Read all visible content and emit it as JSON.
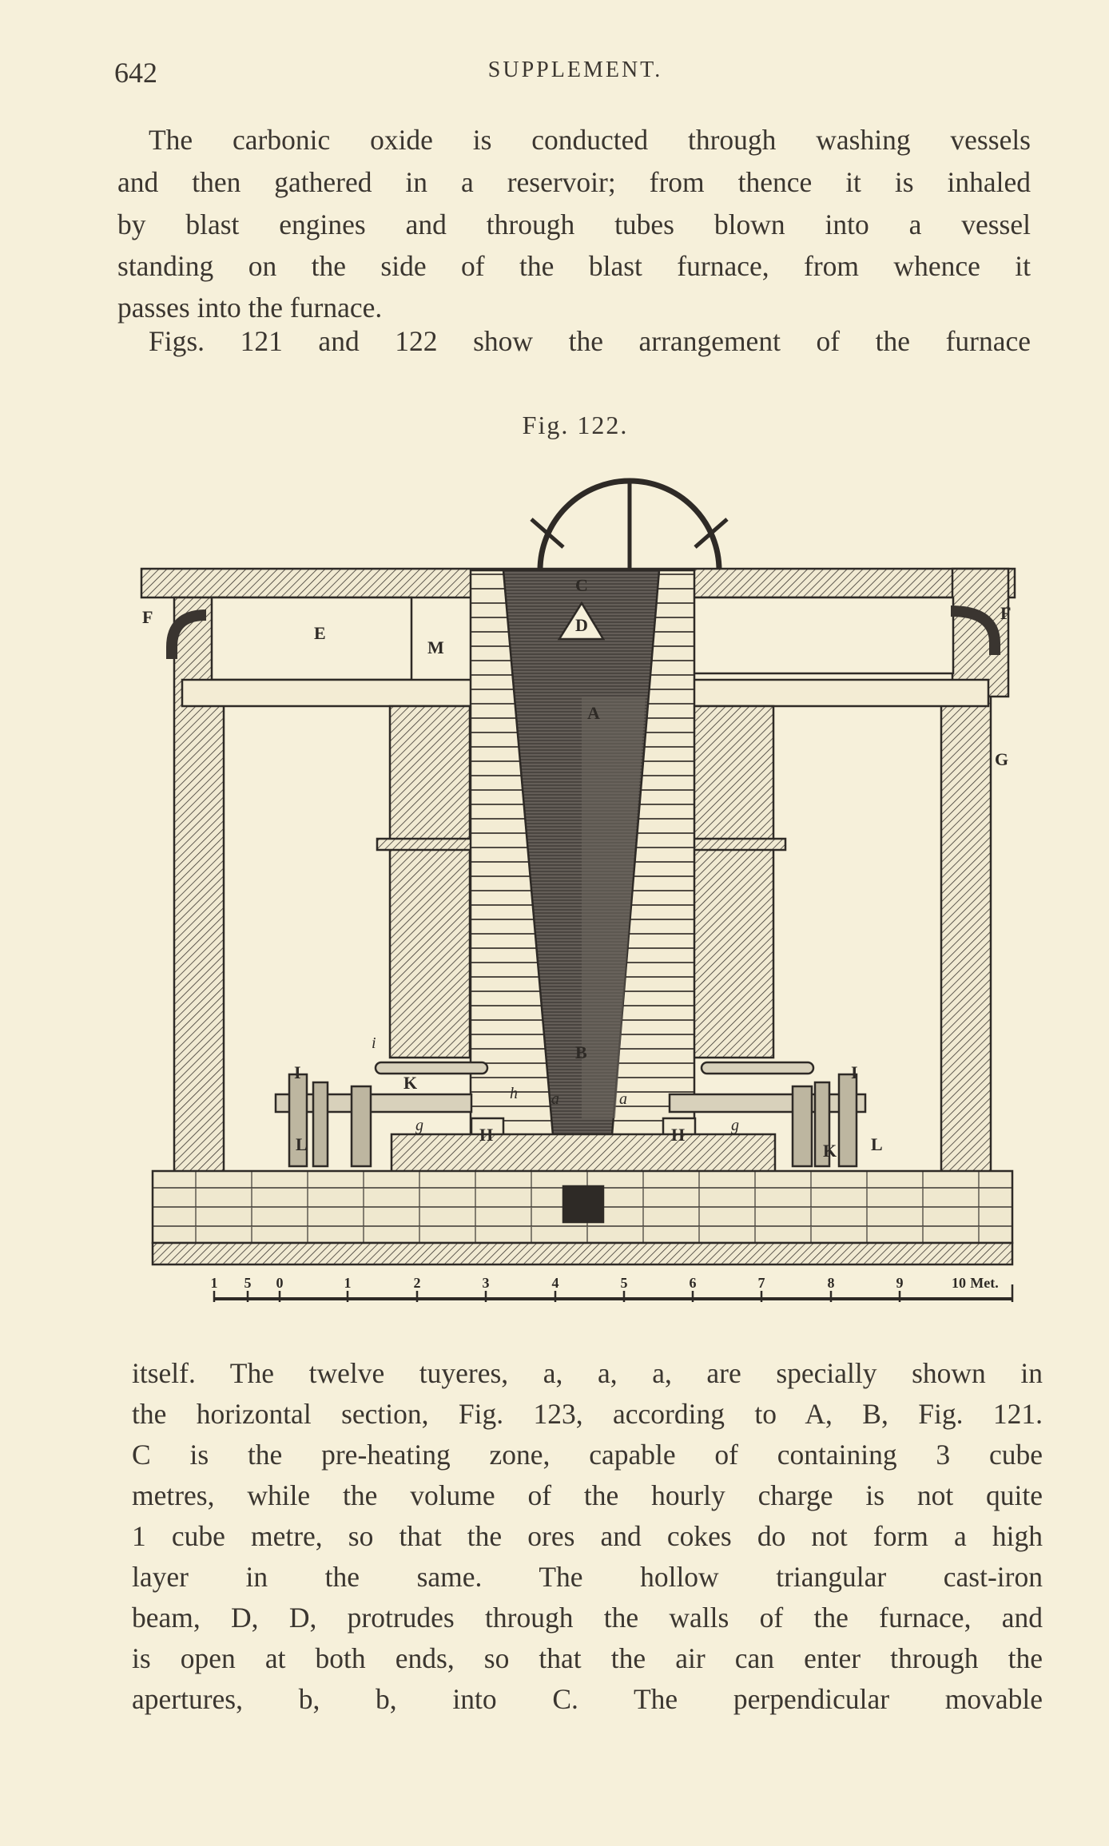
{
  "header": {
    "page_number": "642",
    "running_head": "SUPPLEMENT."
  },
  "paragraph_top": [
    "The carbonic oxide is conducted through washing vessels",
    "and then gathered in a reservoir; from thence it is inhaled",
    "by blast engines and through tubes blown into a vessel",
    "standing on the side of the blast furnace, from whence it",
    "passes into the furnace.",
    "Figs. 121 and 122 show the arrangement of the furnace"
  ],
  "figure": {
    "caption": "Fig. 122.",
    "labels": {
      "E_left": "E",
      "F_left": "F",
      "F_right": "F",
      "G": "G",
      "M": "M",
      "C": "C",
      "D": "D",
      "A": "A",
      "B": "B",
      "K_left": "K",
      "K_right": "K",
      "H_left": "H",
      "H_right": "H",
      "L_left": "L",
      "L_right": "L",
      "I_left": "I",
      "I_right": "I",
      "a_left": "a",
      "a_right": "a",
      "h": "h",
      "g_left": "g",
      "g_right": "g",
      "i": "i"
    },
    "scale_ticks": [
      "1",
      "5",
      "0",
      "1",
      "2",
      "3",
      "4",
      "5",
      "6",
      "7",
      "8",
      "9",
      "10"
    ],
    "scale_unit": "Met."
  },
  "paragraph_bottom": [
    "itself.  The twelve tuyeres, a, a, a, are specially shown in",
    "the horizontal section, Fig. 123, according to A, B, Fig. 121.",
    "C is the pre-heating zone, capable of containing 3 cube",
    "metres, while the volume of the hourly charge is not quite",
    "1 cube metre, so that the ores and cokes do not form a high",
    "layer in the same.  The hollow triangular cast-iron",
    "beam, D, D, protrudes through the walls of the furnace, and",
    "is open at both ends, so that the air can enter through the",
    "apertures, b, b, into C.  The perpendicular movable"
  ]
}
